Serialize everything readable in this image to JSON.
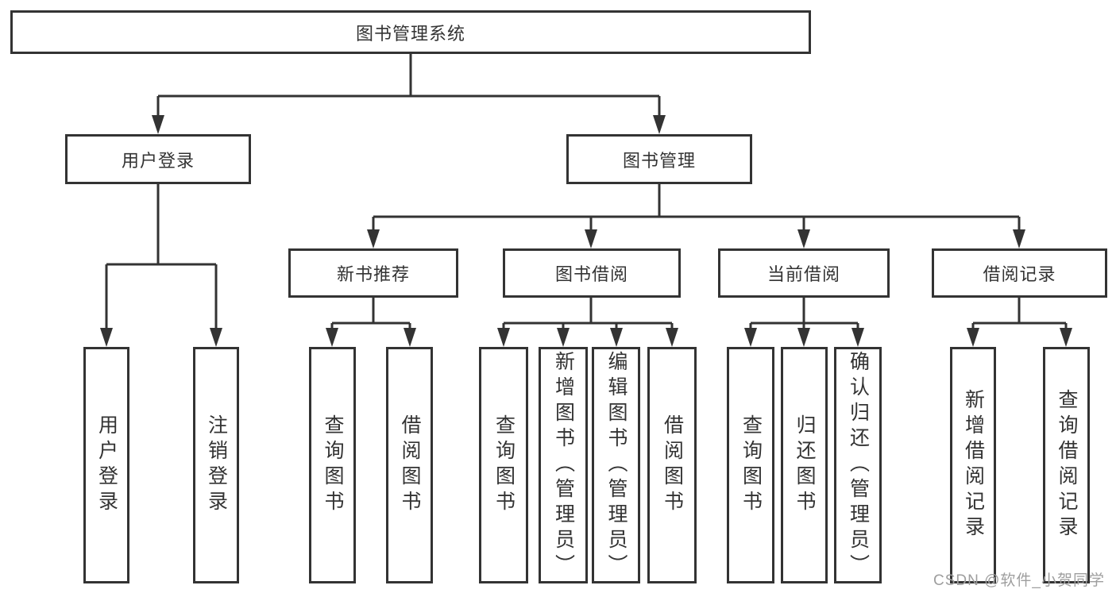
{
  "diagram": {
    "root": {
      "label": "图书管理系统"
    },
    "level2": {
      "user_login": {
        "label": "用户登录"
      },
      "book_management": {
        "label": "图书管理"
      }
    },
    "level3": {
      "new_book_recommend": {
        "label": "新书推荐"
      },
      "book_borrow": {
        "label": "图书借阅"
      },
      "current_borrow": {
        "label": "当前借阅"
      },
      "borrow_records": {
        "label": "借阅记录"
      }
    },
    "leaves": {
      "user_login": "用户登录",
      "logout": "注销登录",
      "recommend_query_books": "查询图书",
      "recommend_borrow_books": "借阅图书",
      "borrow_query_books": "查询图书",
      "borrow_add_books": "新增图书（管理员）",
      "borrow_edit_books": "编辑图书（管理员）",
      "borrow_borrow_books": "借阅图书",
      "current_query_books": "查询图书",
      "current_return_books": "归还图书",
      "current_confirm_return": "确认归还（管理员）",
      "records_add_record": "新增借阅记录",
      "records_query_record": "查询借阅记录"
    },
    "watermark": "CSDN @软件_小贺同学",
    "colors": {
      "line": "#333333",
      "border": "#333333",
      "text": "#333333",
      "watermark": "#9e9e9e",
      "background": "#ffffff"
    }
  }
}
